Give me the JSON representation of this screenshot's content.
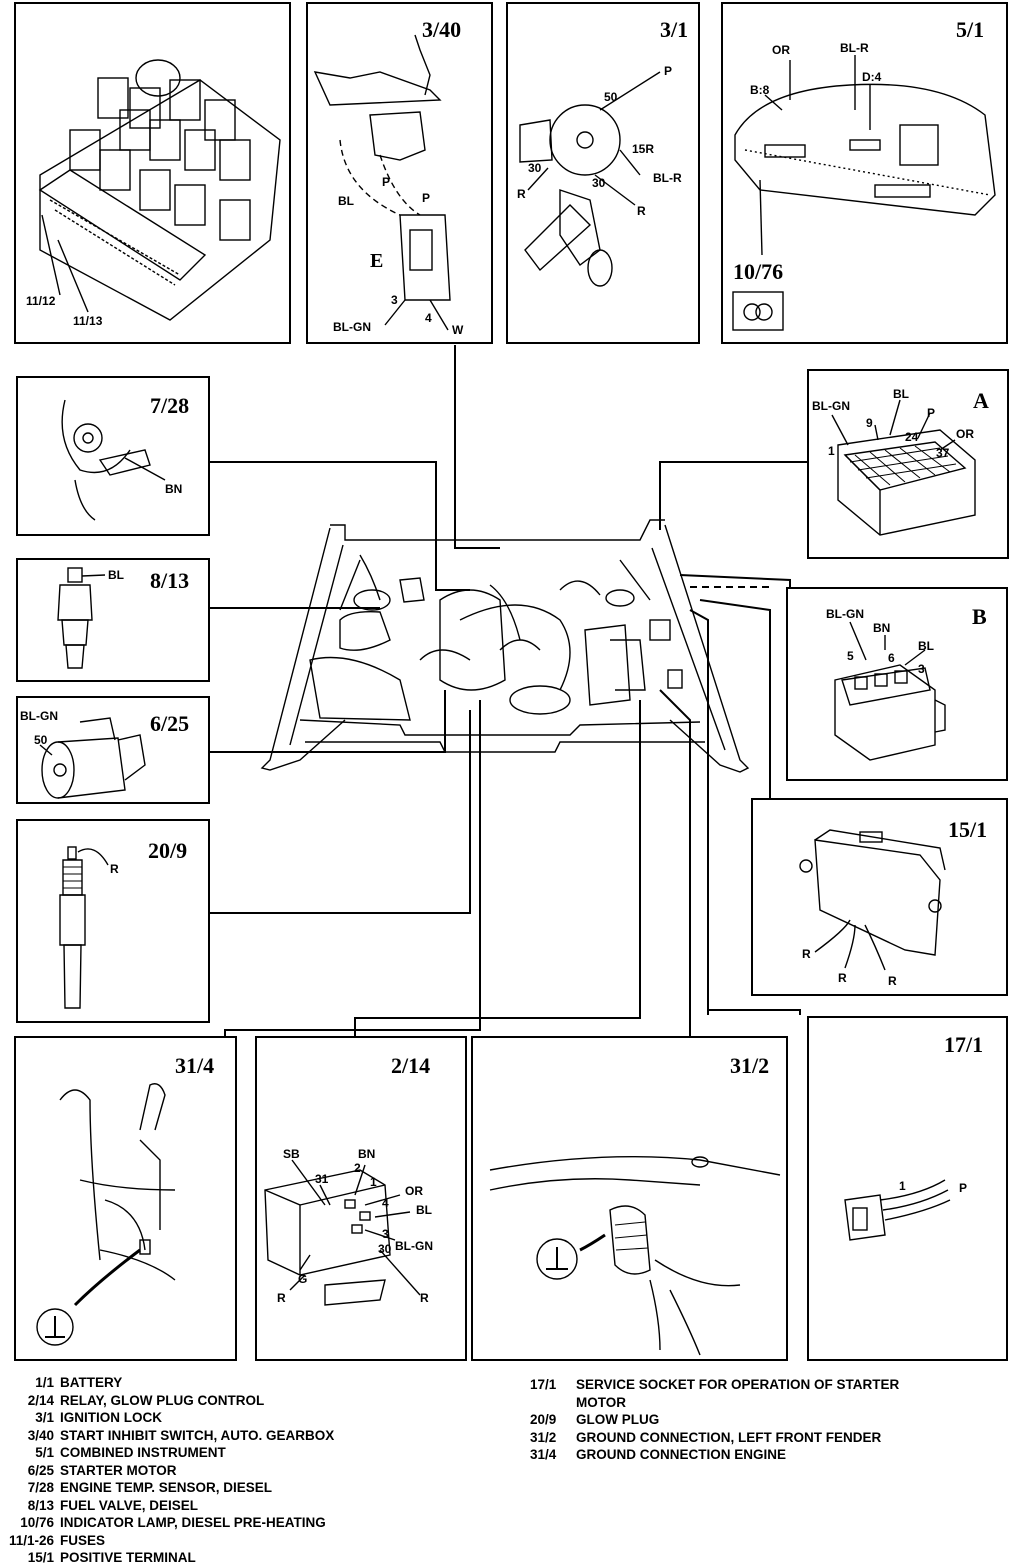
{
  "components": {
    "c11_12": {
      "title": "",
      "labels": [
        "11/12",
        "11/13"
      ]
    },
    "c3_40": {
      "title": "3/40",
      "labels": [
        "P",
        "BL",
        "E",
        "3",
        "BL-GN",
        "4",
        "W"
      ]
    },
    "c3_1": {
      "title": "3/1",
      "labels": [
        "50",
        "P",
        "15R",
        "30",
        "BL-R",
        "R",
        "30",
        "R"
      ]
    },
    "c5_1": {
      "title": "5/1",
      "labels": [
        "OR",
        "BL-R",
        "B:8",
        "D:4"
      ]
    },
    "c10_76": {
      "title": "10/76"
    },
    "c7_28": {
      "title": "7/28",
      "labels": [
        "BN"
      ]
    },
    "cA": {
      "title": "A",
      "labels": [
        "BL-GN",
        "BL",
        "9",
        "P",
        "24",
        "OR",
        "1",
        "37"
      ]
    },
    "c8_13": {
      "title": "8/13",
      "labels": [
        "BL"
      ]
    },
    "cB": {
      "title": "B",
      "labels": [
        "BL-GN",
        "BN",
        "5",
        "6",
        "BL",
        "3"
      ]
    },
    "c6_25": {
      "title": "6/25",
      "labels": [
        "BL-GN",
        "50"
      ]
    },
    "c15_1": {
      "title": "15/1",
      "labels": [
        "R",
        "R",
        "R"
      ]
    },
    "c20_9": {
      "title": "20/9",
      "labels": [
        "R"
      ]
    },
    "c31_4": {
      "title": "31/4"
    },
    "c2_14": {
      "title": "2/14",
      "labels": [
        "SB",
        "BN",
        "2",
        "31",
        "1",
        "OR",
        "4",
        "BL",
        "3",
        "30",
        "BL-GN",
        "G",
        "R",
        "R"
      ]
    },
    "c31_2": {
      "title": "31/2"
    },
    "c17_1": {
      "title": "17/1",
      "labels": [
        "1",
        "P"
      ]
    }
  },
  "legend_left": [
    {
      "code": "1/1",
      "text": "BATTERY"
    },
    {
      "code": "2/14",
      "text": "RELAY, GLOW PLUG CONTROL"
    },
    {
      "code": "3/1",
      "text": "IGNITION LOCK"
    },
    {
      "code": "3/40",
      "text": "START INHIBIT SWITCH, AUTO. GEARBOX"
    },
    {
      "code": "5/1",
      "text": "COMBINED INSTRUMENT"
    },
    {
      "code": "6/25",
      "text": "STARTER MOTOR"
    },
    {
      "code": "7/28",
      "text": "ENGINE TEMP. SENSOR, DIESEL"
    },
    {
      "code": "8/13",
      "text": "FUEL VALVE, DEISEL"
    },
    {
      "code": "10/76",
      "text": "INDICATOR LAMP, DIESEL PRE-HEATING"
    },
    {
      "code": "11/1-26",
      "text": "FUSES"
    },
    {
      "code": "15/1",
      "text": "POSITIVE TERMINAL"
    }
  ],
  "legend_right": [
    {
      "code": "17/1",
      "text": "SERVICE SOCKET FOR OPERATION OF STARTER"
    },
    {
      "code": "",
      "text": "MOTOR"
    },
    {
      "code": "20/9",
      "text": "GLOW PLUG"
    },
    {
      "code": "31/2",
      "text": "GROUND CONNECTION, LEFT FRONT FENDER"
    },
    {
      "code": "31/4",
      "text": "GROUND CONNECTION ENGINE"
    }
  ]
}
